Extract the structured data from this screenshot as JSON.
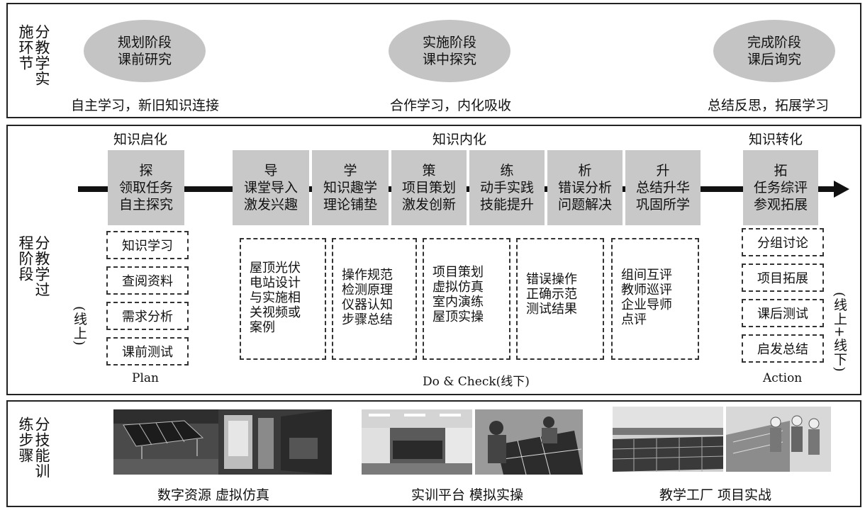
{
  "top_section": {
    "label": "分教学实施环节",
    "phases": [
      {
        "line1": "规划阶段",
        "line2": "课前研究",
        "caption": "自主学习，新旧知识连接"
      },
      {
        "line1": "实施阶段",
        "line2": "课中探究",
        "caption": "合作学习，内化吸收"
      },
      {
        "line1": "完成阶段",
        "line2": "课后询究",
        "caption": "总结反思，拓展学习"
      }
    ]
  },
  "middle_section": {
    "label": "分教学过程阶段",
    "phase_titles": {
      "left": "知识启化",
      "center": "知识内化",
      "right": "知识转化"
    },
    "stages": [
      {
        "head": "探",
        "line1": "领取任务",
        "line2": "自主探究"
      },
      {
        "head": "导",
        "line1": "课堂导入",
        "line2": "激发兴趣"
      },
      {
        "head": "学",
        "line1": "知识趣学",
        "line2": "理论铺垫"
      },
      {
        "head": "策",
        "line1": "项目策划",
        "line2": "激发创新"
      },
      {
        "head": "练",
        "line1": "动手实践",
        "line2": "技能提升"
      },
      {
        "head": "析",
        "line1": "错误分析",
        "line2": "问题解决"
      },
      {
        "head": "升",
        "line1": "总结升华",
        "line2": "巩固所学"
      },
      {
        "head": "拓",
        "line1": "任务综评",
        "line2": "参观拓展"
      }
    ],
    "left_boxes": [
      "知识学习",
      "查阅资料",
      "需求分析",
      "课前测试"
    ],
    "right_boxes": [
      "分组讨论",
      "项目拓展",
      "课后测试",
      "启发总结"
    ],
    "center_boxes": [
      [
        "屋顶光伏",
        "电站设计",
        "与实施相",
        "关视频或",
        "案例"
      ],
      [
        "操作规范",
        "检测原理",
        "仪器认知",
        "步骤总结"
      ],
      [
        "项目策划",
        "虚拟仿真",
        "室内演练",
        "屋顶实操"
      ],
      [
        "错误操作",
        "正确示范",
        "测试结果"
      ],
      [
        "组间互评",
        "教师巡评",
        "企业导师",
        "点评"
      ]
    ],
    "side_left": "(线上)",
    "side_right": "(线上+线下)",
    "footer": {
      "plan": "Plan",
      "do_check": "Do & Check(线下)",
      "action": "Action"
    }
  },
  "bottom_section": {
    "label": "分技能训练步骤",
    "captions": [
      "数字资源  虚拟仿真",
      "实训平台  模拟实操",
      "教学工厂  项目实战"
    ]
  },
  "colors": {
    "stage_fill": "#c8c8c8",
    "ellipse_fill": "#c4c4c4",
    "border": "#222222"
  }
}
